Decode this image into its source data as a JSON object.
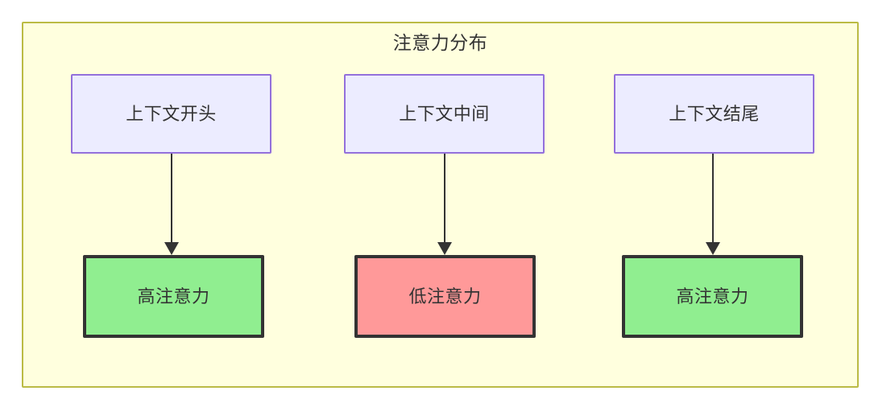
{
  "diagram": {
    "title": "注意力分布",
    "colors": {
      "container_fill": "#ffffde",
      "container_border": "#bbbb44",
      "context_fill": "#ececff",
      "context_border": "#9370db",
      "attention_border": "#333333",
      "high_attention_fill": "#90ee90",
      "low_attention_fill": "#ff9999",
      "text": "#333333",
      "edge": "#333333"
    },
    "nodes": {
      "context": [
        {
          "id": "ctx-start",
          "label": "上下文开头"
        },
        {
          "id": "ctx-mid",
          "label": "上下文中间"
        },
        {
          "id": "ctx-end",
          "label": "上下文结尾"
        }
      ],
      "attention": [
        {
          "id": "att-1",
          "label": "高注意力",
          "level": "high"
        },
        {
          "id": "att-2",
          "label": "低注意力",
          "level": "low"
        },
        {
          "id": "att-3",
          "label": "高注意力",
          "level": "high"
        }
      ]
    },
    "edges": [
      {
        "from": "ctx-start",
        "to": "att-1",
        "label": ""
      },
      {
        "from": "ctx-mid",
        "to": "att-2",
        "label": ""
      },
      {
        "from": "ctx-end",
        "to": "att-3",
        "label": ""
      }
    ]
  }
}
